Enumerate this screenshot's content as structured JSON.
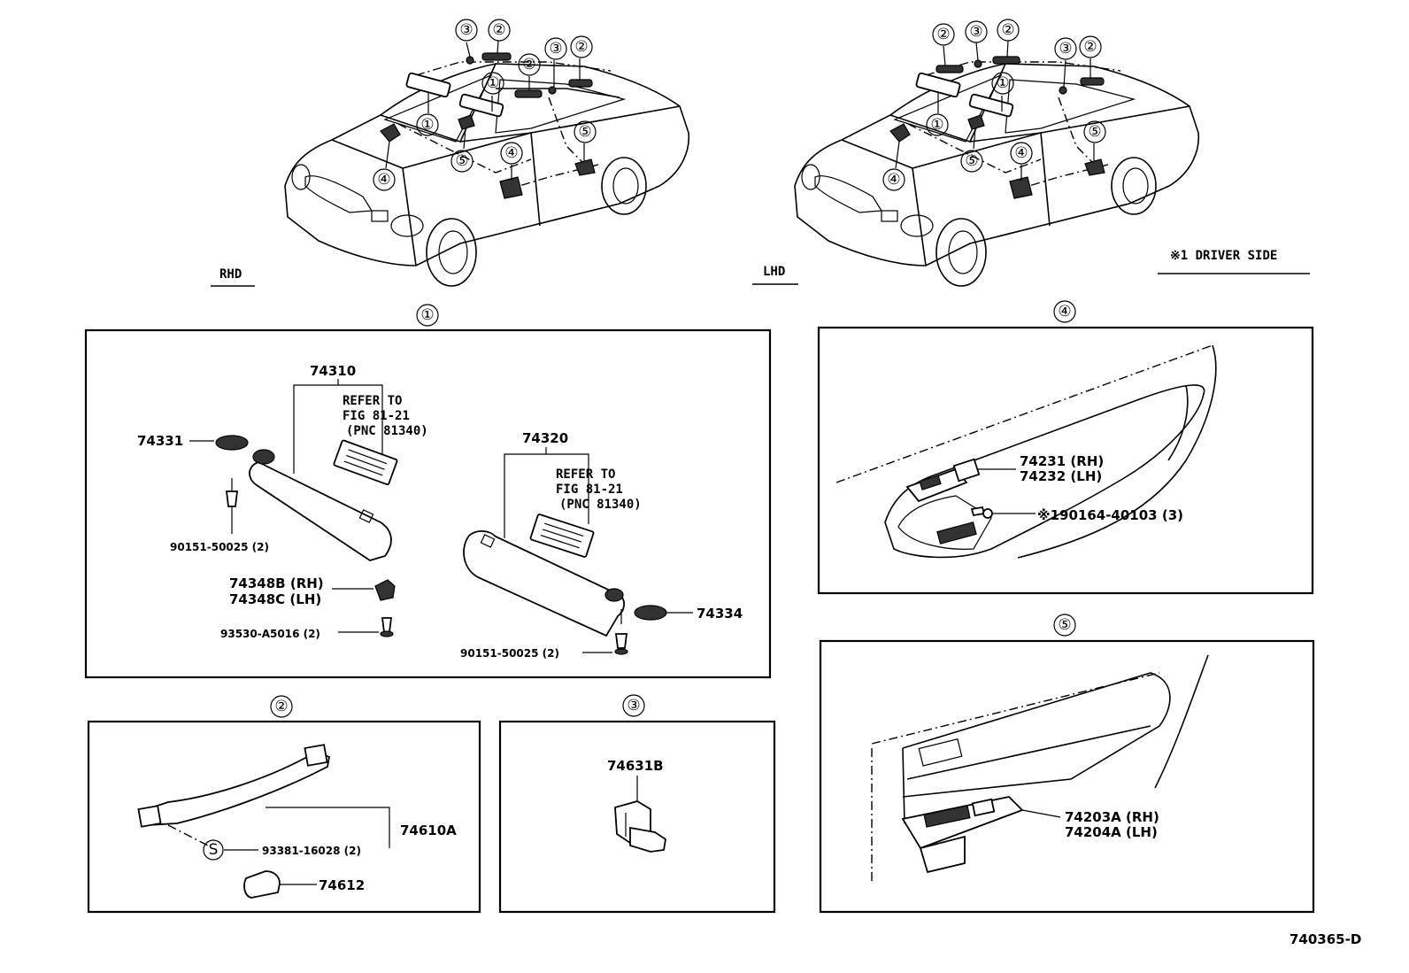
{
  "views": {
    "rhd_label": "RHD",
    "lhd_label": "LHD",
    "driver_side_note": "※1 DRIVER SIDE"
  },
  "callouts": {
    "c1": "①",
    "c2": "②",
    "c3": "③",
    "c4": "④",
    "c5": "⑤",
    "s": "S"
  },
  "panel1": {
    "p74310": "74310",
    "refer_a1": "REFER TO",
    "refer_a2": "FIG 81-21",
    "refer_a3": "(PNC 81340)",
    "p74331": "74331",
    "p90151_a": "90151-50025 (2)",
    "p74348b": "74348B (RH)",
    "p74348c": "74348C (LH)",
    "p93530": "93530-A5016 (2)",
    "p74320": "74320",
    "refer_b1": "REFER TO",
    "refer_b2": "FIG 81-21",
    "refer_b3": "(PNC 81340)",
    "p74334": "74334",
    "p90151_b": "90151-50025 (2)"
  },
  "panel2": {
    "p74610a": "74610A",
    "p93381": "93381-16028 (2)",
    "p74612": "74612"
  },
  "panel3": {
    "p74631b": "74631B"
  },
  "panel4": {
    "p74231": "74231 (RH)",
    "p74232": "74232 (LH)",
    "p90164": "※190164-40103 (3)"
  },
  "panel5": {
    "p74203a": "74203A (RH)",
    "p74204a": "74204A (LH)"
  },
  "footer": {
    "diagram_id": "740365-D"
  }
}
